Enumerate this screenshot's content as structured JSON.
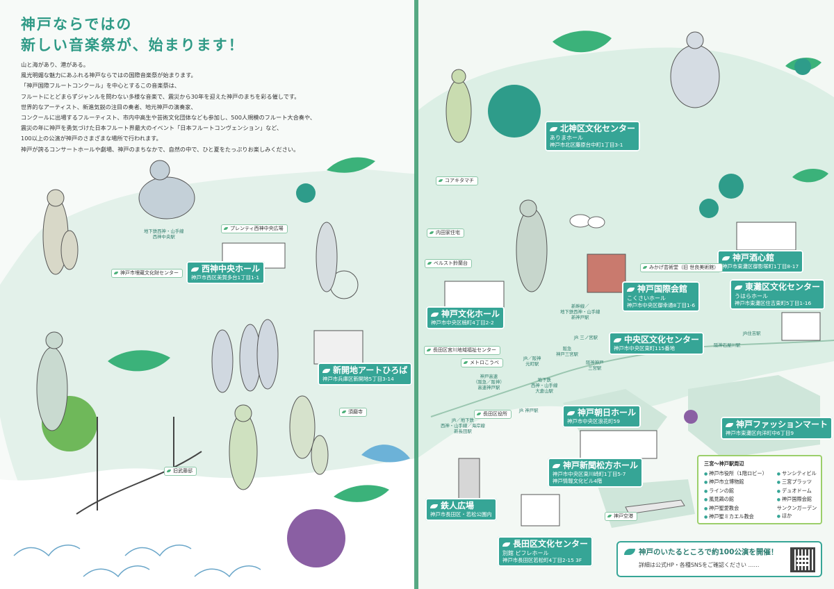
{
  "headline": {
    "line1": "神戸ならではの",
    "line2": "新しい音楽祭が、始まります！"
  },
  "intro": [
    "山と海があり、港がある。",
    "風光明媚な魅力にあふれる神戸ならではの国際音楽祭が始まります。",
    "「神戸国際フルートコンクール」を中心とするこの音楽祭は、",
    "フルートにとどまらずジャンルを問わない多様な音楽で、震災から30年を迎えた神戸のまちを彩る催しです。",
    "世界的なアーティスト、新進気鋭の注目の奏者、地元神戸の演奏家、",
    "コンクールに出場するフルーティスト、市内中高生や芸術文化団体なども参加し、500人規模のフルート大合奏や、",
    "震災の年に神戸を勇気づけた日本フルート界最大のイベント「日本フルートコンヴェンション」など、",
    "100以上の公演が神戸のさまざまな場所で行われます。",
    "神戸が誇るコンサートホールや劇場、神戸のまちなかで、自然の中で、ひと夏をたっぷりお楽しみください。"
  ],
  "venues": {
    "seishin": {
      "name": "西神中央ホール",
      "addr": "神戸市西区美賀多台1丁目1-1"
    },
    "kita": {
      "name": "北神区文化センター",
      "sub": "ありまホール",
      "addr": "神戸市北区藤原台中町1丁目3-1"
    },
    "bunka": {
      "name": "神戸文化ホール",
      "addr": "神戸市中央区楠町4丁目2-2"
    },
    "kokusai": {
      "name": "神戸国際会館",
      "sub": "こくさいホール",
      "addr": "神戸市中央区御幸通8丁目1-6"
    },
    "chuo": {
      "name": "中央区文化センター",
      "addr": "神戸市中央区東町115番地"
    },
    "shushin": {
      "name": "神戸酒心館",
      "addr": "神戸市東灘区御影塚町1丁目8-17"
    },
    "higashinada": {
      "name": "東灘区文化センター",
      "sub": "うはらホール",
      "addr": "神戸市東灘区住吉東町5丁目1-16"
    },
    "shinkaichi": {
      "name": "新開地アートひろば",
      "addr": "神戸市兵庫区新開地5丁目3-14"
    },
    "asahi": {
      "name": "神戸朝日ホール",
      "addr": "神戸市中央区浪花町59"
    },
    "fashion": {
      "name": "神戸ファッションマート",
      "addr": "神戸市東灘区向洋町中6丁目9"
    },
    "shinbun": {
      "name": "神戸新聞松方ホール",
      "addr1": "神戸市中央区東川崎町1丁目5-7",
      "addr2": "神戸情報文化ビル4階"
    },
    "tetsujin": {
      "name": "鉄人広場",
      "addr": "神戸市長田区・若松公園内"
    },
    "nagata": {
      "name": "長田区文化センター",
      "sub": "別館 ピフレホール",
      "addr": "神戸市長田区若松町4丁目2-15 3F"
    }
  },
  "tags": {
    "plenty": "プレンティ西神中央広場",
    "maizo": "神戸市埋蔵文化財センター",
    "koakita": "コアキタマチ",
    "uchida": "内田家住宅",
    "bellst": "ベルスト鈴蘭台",
    "mikage": "みかげ芸術堂（旧 世良美術館）",
    "nagatafukushi": "長田区宮川地域福祉センター",
    "metro": "メトロこうべ",
    "nagatakuyakusho": "長田区役所",
    "sumadera": "須磨寺",
    "kyubuto": "旧武藤邸",
    "airport": "神戸空港"
  },
  "stations": {
    "seishin": "地下鉄西神・山手線\n西神中央駅",
    "sannomiya_jr": "新幹線／\n地下鉄西神・山手線\n新神戸駅",
    "sannomiya": "JR 三ノ宮駅",
    "hankyu": "阪急\n神戸三宮駅",
    "hanshin": "阪神神戸\n三宮駅",
    "kosoku": "神戸高速\n（阪急／阪神）\n高速神戸駅",
    "hanasaki": "地下鉄\n西神・山手線\n大倉山駅",
    "motomachi": "JR／阪神\n元町駅",
    "jrkobe": "JR 神戸駅",
    "shinnagata": "JR／地下鉄\n西神・山手線／海岸線\n新長田駅",
    "sumiyoshi": "JR住吉駅",
    "ishiyagawa": "阪神石屋川駅"
  },
  "sannomiya_box": {
    "title": "三宮～神戸駅周辺",
    "left": [
      "神戸市役所（1階ロビー）",
      "神戸市立博物館",
      "ラインの館",
      "風見鶏の館",
      "神戸聖愛教会",
      "神戸聖ミカエル教会"
    ],
    "right": [
      "サンシティビル",
      "三宮プラッツ",
      "デュオドーム",
      "神戸国際会館\nサンクンガーデン",
      "ほか"
    ]
  },
  "banner": {
    "line1": "神戸のいたるところで約100公演を開催！",
    "line2": "詳細は公式HP・各種SNSをご確認ください ……"
  },
  "colors": {
    "accent": "#36a596",
    "land": "#e2f1e9",
    "leaf": "#3bb27a",
    "purple": "#8a5fa3"
  }
}
